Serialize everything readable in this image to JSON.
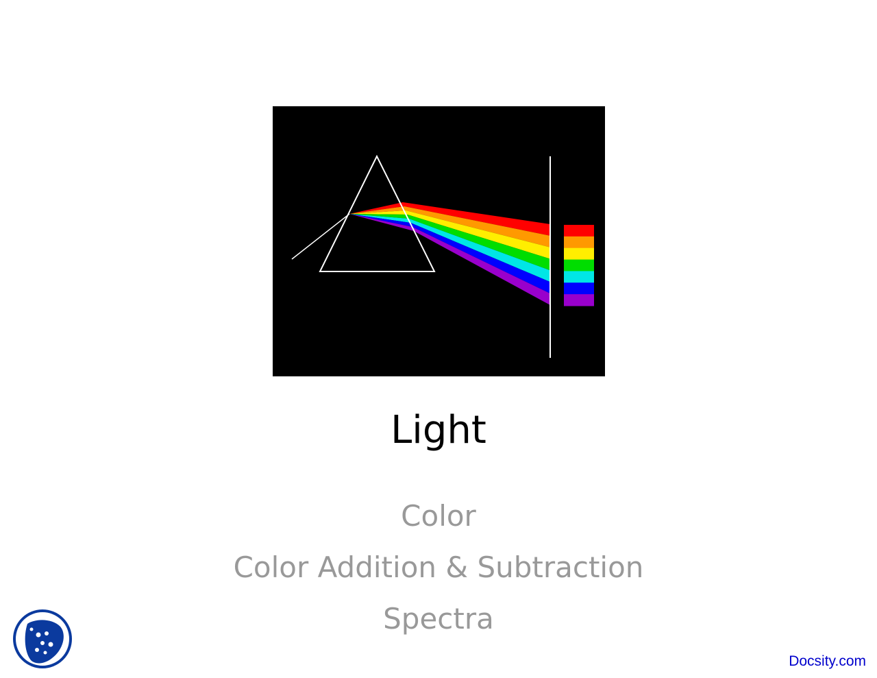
{
  "slide": {
    "title": "Light",
    "bullets": [
      "Color",
      "Color Addition & Subtraction",
      "Spectra"
    ]
  },
  "figure": {
    "description_icon": "prism-dispersion-diagram",
    "spectrum_colors": [
      "#ff0000",
      "#ff9900",
      "#ffee00",
      "#00dd00",
      "#00e6e6",
      "#0000ff",
      "#9900cc"
    ]
  },
  "footer": {
    "brand": "Docsity.com",
    "logo_icon": "docsity-logo-icon",
    "link_color": "#0000cc"
  }
}
